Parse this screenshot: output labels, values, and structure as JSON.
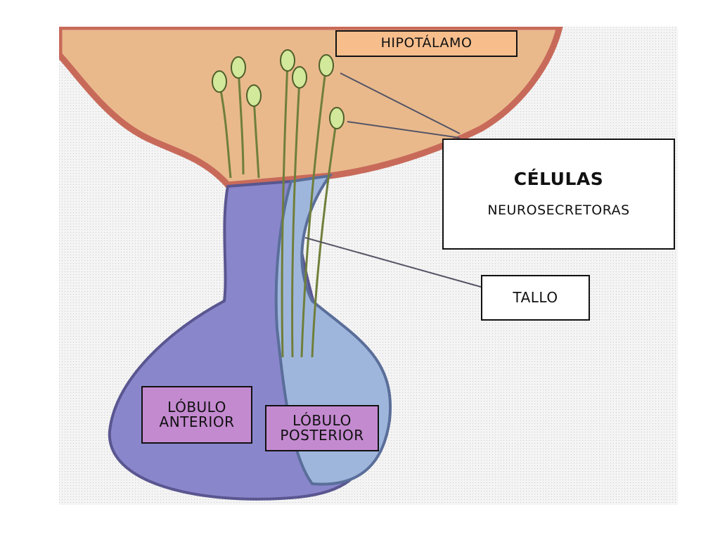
{
  "labels": {
    "hipotalamo": "HIPOTÁLAMO",
    "celulas_title": "CÉLULAS",
    "celulas_sub": "NEUROSECRETORAS",
    "tallo": "TALLO",
    "lobulo_anterior_l1": "LÓBULO",
    "lobulo_anterior_l2": "ANTERIOR",
    "lobulo_posterior_l1": "LÓBULO",
    "lobulo_posterior_l2": "POSTERIOR"
  },
  "colors": {
    "hypothalamus": "#e9b98c",
    "hypothalamus_edge": "#c86a5a",
    "gland": "#8a86cc",
    "posterior": "#9fb6dc",
    "neuron": "#d2e89a",
    "label_box": "#c48ad0",
    "hipotalamo_box": "#f7be8c"
  }
}
